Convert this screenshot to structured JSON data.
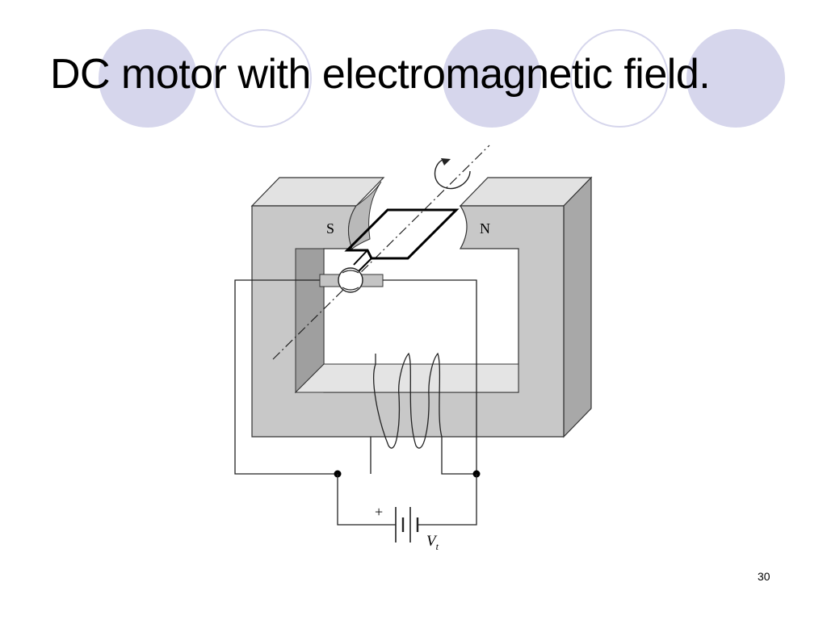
{
  "slide": {
    "title": "DC motor with electromagnetic field.",
    "page_number": "30"
  },
  "diagram": {
    "pole_south_label": "S",
    "pole_north_label": "N",
    "battery_plus_label": "+",
    "voltage_label": "V",
    "voltage_subscript": "t"
  },
  "colors": {
    "decor_circle": "#d6d6ec",
    "core_face": "#c8c8c8",
    "core_top": "#e2e2e2",
    "core_side": "#a8a8a8"
  }
}
